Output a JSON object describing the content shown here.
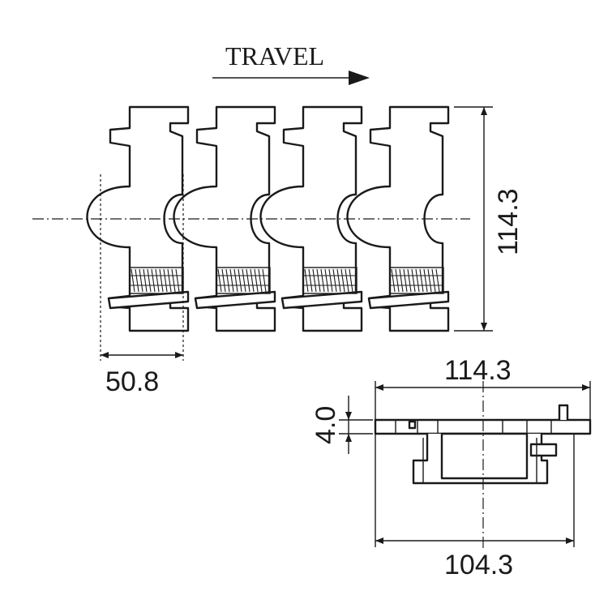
{
  "labels": {
    "direction": "TRAVEL",
    "pitch": "50.8",
    "overall_length": "114.3",
    "top_width": "114.3",
    "thickness": "4.0",
    "bottom_width": "104.3"
  },
  "colors": {
    "line": "#1a1a1a",
    "background": "#ffffff"
  }
}
